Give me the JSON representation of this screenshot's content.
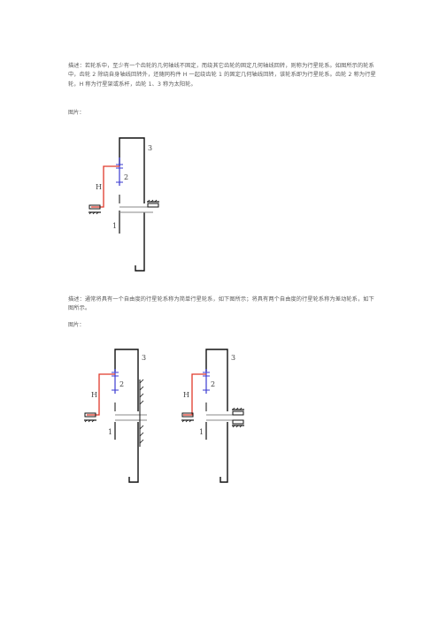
{
  "section1": {
    "description": "描述：若轮系中，至少有一个齿轮的几何轴线不固定，而绕其它齿轮的固定几何轴线回转，则称为行星轮系。如图所示的轮系中，齿轮 2 除绕自身轴线回转外，还随同构件 H 一起绕齿轮 1 的固定几何轴线回转，该轮系即为行星轮系。齿轮 2 称为行星轮，H 称为行星架或系杆，齿轮 1、3 称为太阳轮。",
    "image_label": "图片："
  },
  "section2": {
    "description": "描述：通常将具有一个自由度的行星轮系称为简单行星轮系，如下图所示；将具有两个自由度的行星轮系称为差动轮系，如下图所示。",
    "image_label": "图片："
  },
  "figure_labels": {
    "gear1": "1",
    "gear2": "2",
    "gear3": "3",
    "carrier": "H"
  },
  "colors": {
    "carrier": "#e0392b",
    "planet": "#3a3ad0",
    "frame": "#111111",
    "shaft": "#888888"
  }
}
